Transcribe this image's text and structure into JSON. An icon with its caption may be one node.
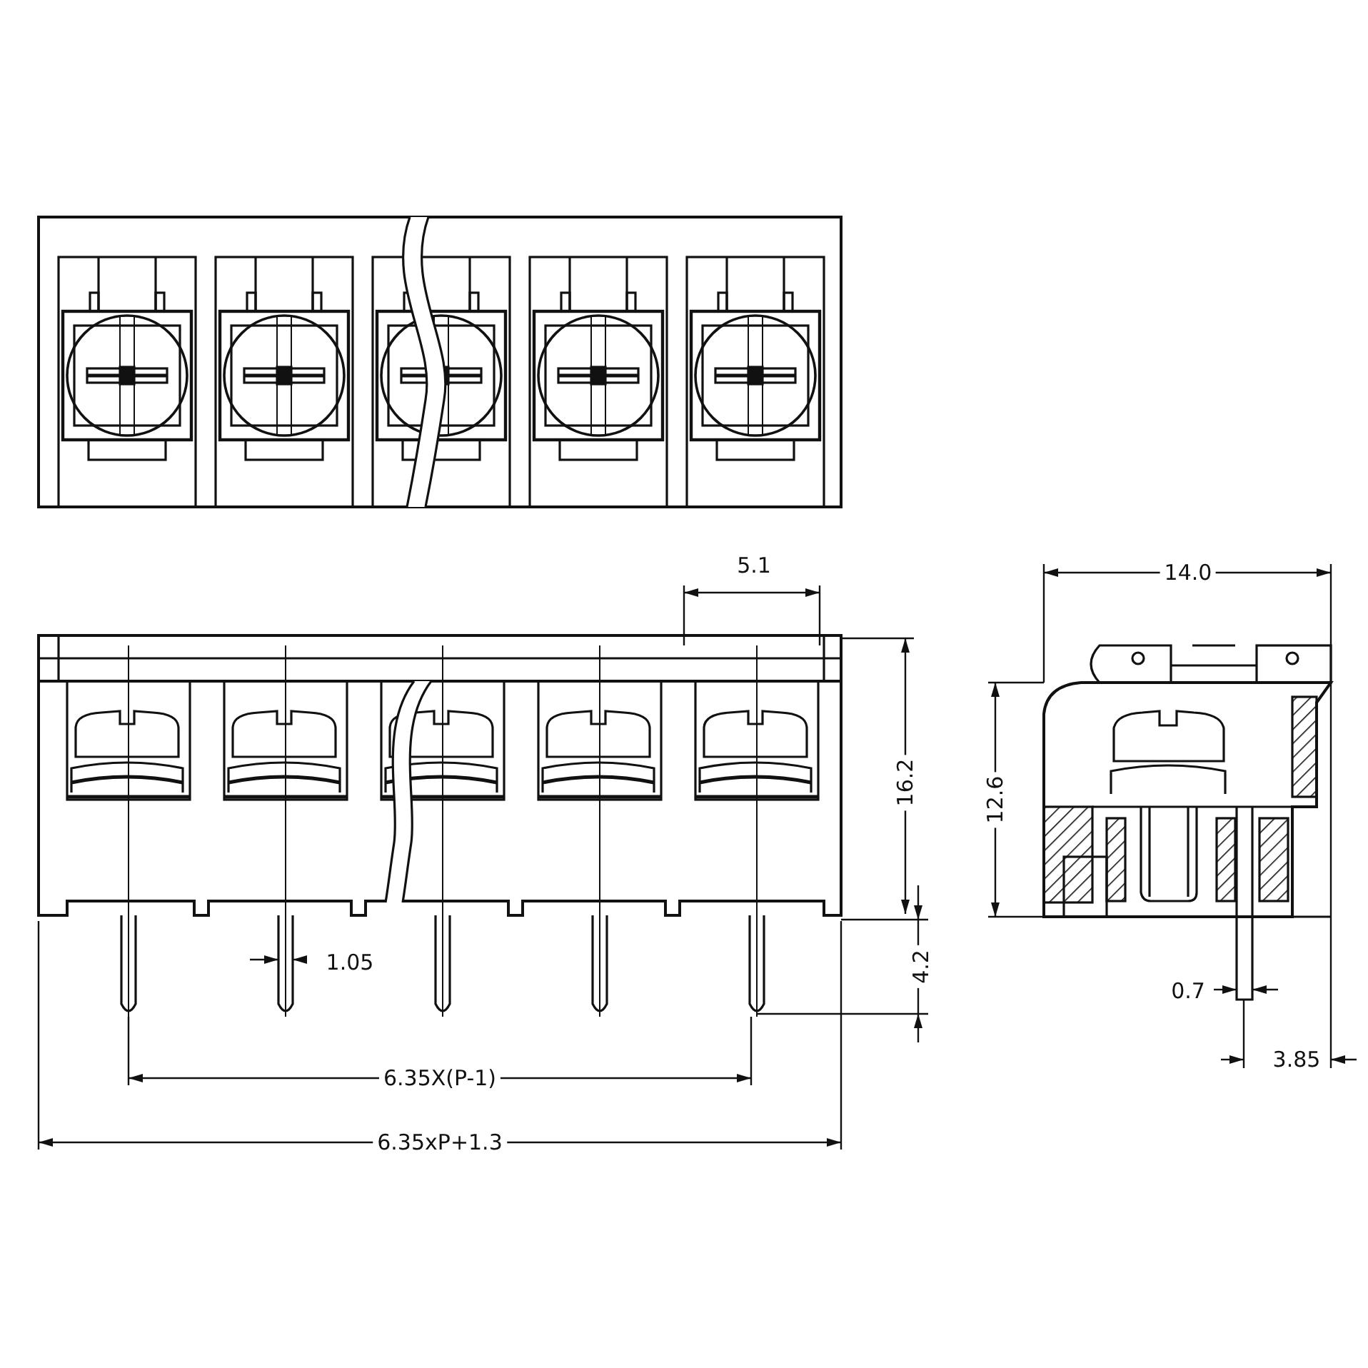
{
  "diagram": {
    "labels": [
      "5.1",
      "14.0",
      "16.2",
      "12.6",
      "1.05",
      "4.2",
      "0.7",
      "6.35X(P-1)",
      "3.85",
      "6.35xP+1.3"
    ]
  }
}
